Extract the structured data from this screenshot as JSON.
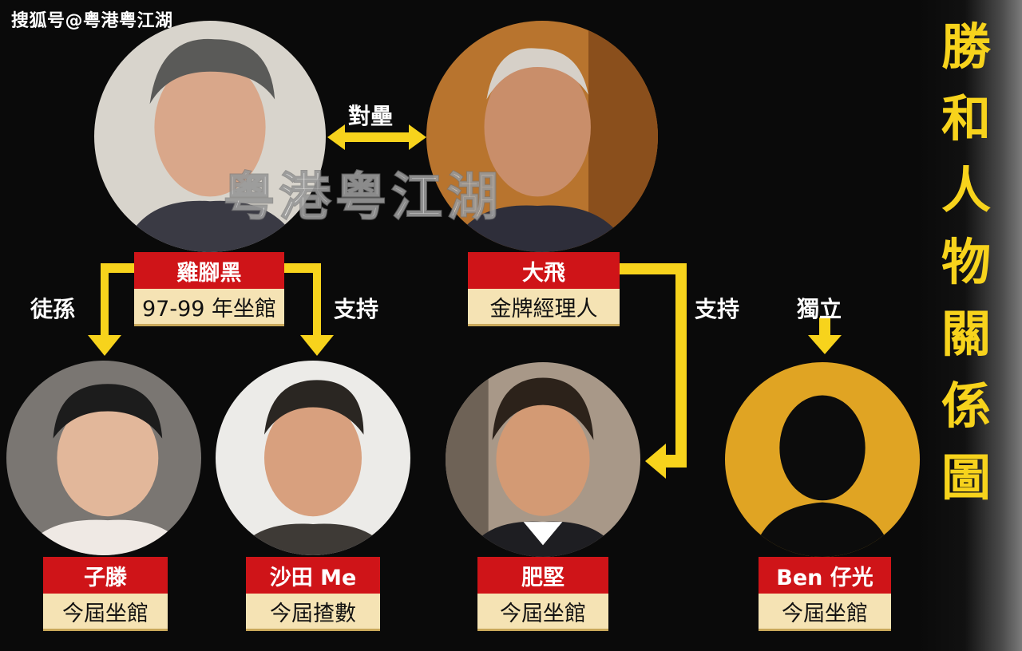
{
  "source_label": "搜狐号@粤港粤江湖",
  "watermark": "粤港粤江湖",
  "side_title": [
    "勝",
    "和",
    "人",
    "物",
    "關",
    "係",
    "圖"
  ],
  "colors": {
    "accent_yellow": "#f7d31c",
    "name_red": "#cf1418",
    "role_cream": "#f5e3b4",
    "unknown_gold": "#e0a423"
  },
  "people": {
    "ji_jiao_hei": {
      "name": "雞腳黑",
      "role": "97-99 年坐館"
    },
    "da_fei": {
      "name": "大飛",
      "role": "金牌經理人"
    },
    "zi_teng": {
      "name": "子滕",
      "role": "今屆坐館"
    },
    "sha_tian_me": {
      "name": "沙田 Me",
      "role": "今屆揸數"
    },
    "fei_jian": {
      "name": "肥堅",
      "role": "今屆坐館"
    },
    "ben_zai_guang": {
      "name": "Ben 仔光",
      "role": "今屆坐館"
    }
  },
  "relations": {
    "rivalry": "對壘",
    "grandson": "徒孫",
    "support_left": "支持",
    "support_right": "支持",
    "independent": "獨立"
  }
}
